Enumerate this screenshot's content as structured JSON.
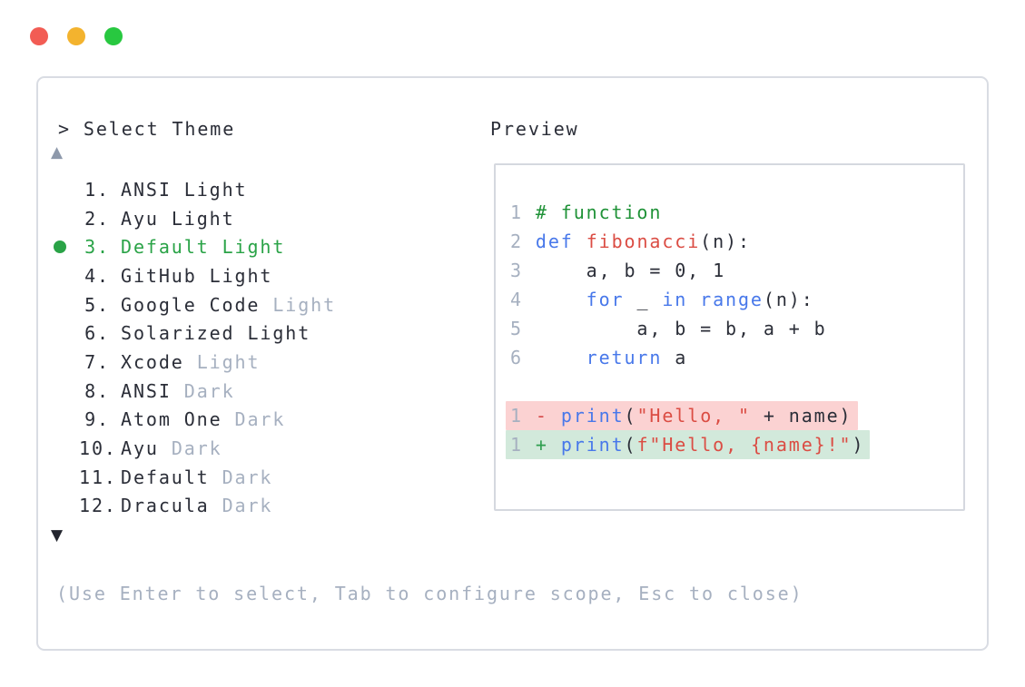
{
  "window": {
    "controls": [
      {
        "name": "close",
        "color": "#f25c54"
      },
      {
        "name": "minimize",
        "color": "#f3b32e"
      },
      {
        "name": "zoom",
        "color": "#28c840"
      }
    ]
  },
  "selector": {
    "prompt": "> Select Theme",
    "scroll_up_glyph": "▲",
    "scroll_down_glyph": "▼",
    "items": [
      {
        "label": "1.",
        "name": "ANSI",
        "variant": "Light",
        "variant_muted": false,
        "selected": false
      },
      {
        "label": "2.",
        "name": "Ayu",
        "variant": "Light",
        "variant_muted": false,
        "selected": false
      },
      {
        "label": "3.",
        "name": "Default",
        "variant": "Light",
        "variant_muted": false,
        "selected": true
      },
      {
        "label": "4.",
        "name": "GitHub",
        "variant": "Light",
        "variant_muted": false,
        "selected": false
      },
      {
        "label": "5.",
        "name": "Google Code",
        "variant": "Light",
        "variant_muted": true,
        "selected": false
      },
      {
        "label": "6.",
        "name": "Solarized",
        "variant": "Light",
        "variant_muted": false,
        "selected": false
      },
      {
        "label": "7.",
        "name": "Xcode",
        "variant": "Light",
        "variant_muted": true,
        "selected": false
      },
      {
        "label": "8.",
        "name": "ANSI",
        "variant": "Dark",
        "variant_muted": true,
        "selected": false
      },
      {
        "label": "9.",
        "name": "Atom One",
        "variant": "Dark",
        "variant_muted": true,
        "selected": false
      },
      {
        "label": "10.",
        "name": "Ayu",
        "variant": "Dark",
        "variant_muted": true,
        "selected": false
      },
      {
        "label": "11.",
        "name": "Default",
        "variant": "Dark",
        "variant_muted": true,
        "selected": false
      },
      {
        "label": "12.",
        "name": "Dracula",
        "variant": "Dark",
        "variant_muted": true,
        "selected": false
      }
    ],
    "help_text": "(Use Enter to select, Tab to configure scope, Esc to close)"
  },
  "preview": {
    "title": "Preview",
    "code_lines": [
      {
        "tokens": [
          {
            "t": "1",
            "c": "linenum"
          },
          {
            "t": " ",
            "c": "plain"
          },
          {
            "t": "# function",
            "c": "comment"
          }
        ]
      },
      {
        "tokens": [
          {
            "t": "2",
            "c": "linenum"
          },
          {
            "t": " ",
            "c": "plain"
          },
          {
            "t": "def",
            "c": "keyword"
          },
          {
            "t": " ",
            "c": "plain"
          },
          {
            "t": "fibonacci",
            "c": "func"
          },
          {
            "t": "(n):",
            "c": "plain"
          }
        ]
      },
      {
        "tokens": [
          {
            "t": "3",
            "c": "linenum"
          },
          {
            "t": "     a, b = 0, 1",
            "c": "plain"
          }
        ]
      },
      {
        "tokens": [
          {
            "t": "4",
            "c": "linenum"
          },
          {
            "t": "     ",
            "c": "plain"
          },
          {
            "t": "for",
            "c": "keyword"
          },
          {
            "t": " _ ",
            "c": "plain"
          },
          {
            "t": "in",
            "c": "keyword"
          },
          {
            "t": " ",
            "c": "plain"
          },
          {
            "t": "range",
            "c": "keyword"
          },
          {
            "t": "(n):",
            "c": "plain"
          }
        ]
      },
      {
        "tokens": [
          {
            "t": "5",
            "c": "linenum"
          },
          {
            "t": "         a, b = b, a + b",
            "c": "plain"
          }
        ]
      },
      {
        "tokens": [
          {
            "t": "6",
            "c": "linenum"
          },
          {
            "t": "     ",
            "c": "plain"
          },
          {
            "t": "return",
            "c": "keyword"
          },
          {
            "t": " a",
            "c": "plain"
          }
        ]
      }
    ],
    "diff_lines": [
      {
        "type": "removed",
        "tokens": [
          {
            "t": "1",
            "c": "linenum"
          },
          {
            "t": " ",
            "c": "plain"
          },
          {
            "t": "-",
            "c": "minus"
          },
          {
            "t": " ",
            "c": "plain"
          },
          {
            "t": "print",
            "c": "keyword"
          },
          {
            "t": "(",
            "c": "plain"
          },
          {
            "t": "\"Hello, \"",
            "c": "string"
          },
          {
            "t": " + name)",
            "c": "plain"
          }
        ]
      },
      {
        "type": "added",
        "tokens": [
          {
            "t": "1",
            "c": "linenum"
          },
          {
            "t": " ",
            "c": "plain"
          },
          {
            "t": "+",
            "c": "plus"
          },
          {
            "t": " ",
            "c": "plain"
          },
          {
            "t": "print",
            "c": "keyword"
          },
          {
            "t": "(",
            "c": "plain"
          },
          {
            "t": "f\"Hello, {name}!\"",
            "c": "string"
          },
          {
            "t": ")",
            "c": "plain"
          }
        ]
      }
    ]
  },
  "colors": {
    "text_primary": "#2b2e38",
    "text_muted": "#a6b0c0",
    "selected_green": "#2aa347",
    "comment_green": "#1f9237",
    "keyword_blue": "#4878ea",
    "string_red": "#db4d44",
    "diff_removed_bg": "#fbd2d2",
    "diff_added_bg": "#d2e9db",
    "panel_border": "#d9dce3",
    "scroll_up_arrow": "#8e99ab",
    "scroll_down_arrow": "#23252e"
  }
}
